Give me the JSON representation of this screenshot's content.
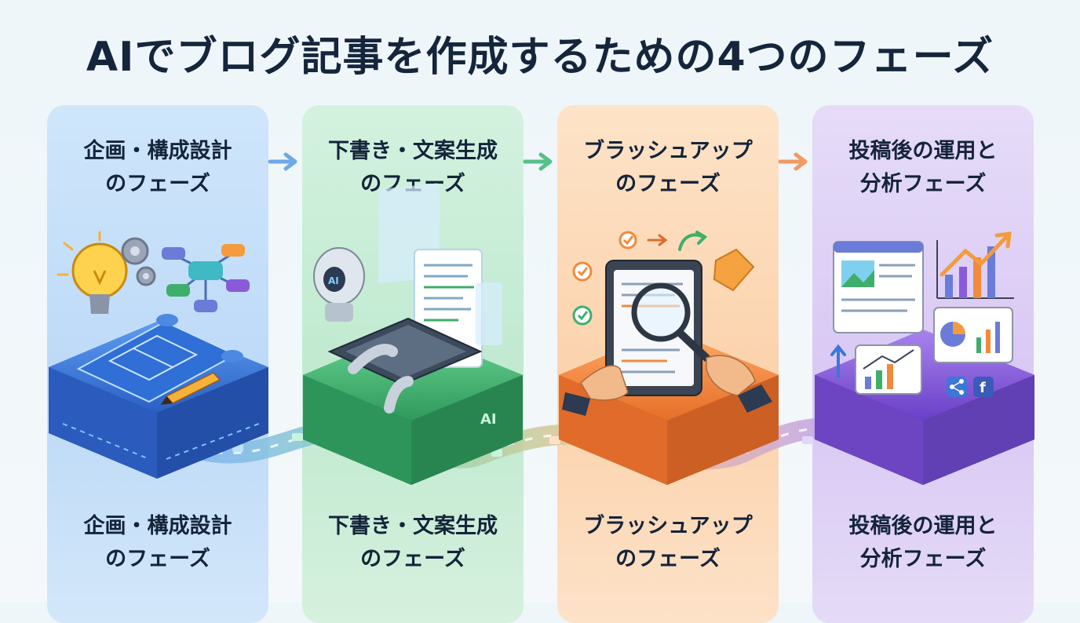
{
  "title": "AIでブログ記事を作成するための4つのフェーズ",
  "phases": [
    {
      "head1": "企画・構成設計",
      "head2": "のフェーズ",
      "foot1": "企画・構成設計",
      "foot2": "のフェーズ",
      "color": "#3b78d8"
    },
    {
      "head1": "下書き・文案生成",
      "head2": "のフェーズ",
      "foot1": "下書き・文案生成",
      "foot2": "のフェーズ",
      "color": "#3fae6a"
    },
    {
      "head1": "ブラッシュアップ",
      "head2": "のフェーズ",
      "foot1": "ブラッシュアップ",
      "foot2": "のフェーズ",
      "color": "#f08a3c"
    },
    {
      "head1": "投稿後の運用と",
      "head2": "分析フェーズ",
      "foot1": "投稿後の運用と",
      "foot2": "分析フェーズ",
      "color": "#8a5ad8"
    }
  ],
  "icons": {
    "phase1": [
      "lightbulb-icon",
      "gear-icon",
      "mindmap-icon",
      "blueprint-icon",
      "pencil-icon"
    ],
    "phase2": [
      "robot-icon",
      "keyboard-icon",
      "document-icon"
    ],
    "phase3": [
      "tablet-icon",
      "magnifier-icon",
      "checklist-icon"
    ],
    "phase4": [
      "webpage-icon",
      "growth-chart-icon",
      "share-icon",
      "facebook-icon"
    ]
  },
  "robot_badge": "AI",
  "platform_badge": "AI",
  "social": {
    "facebook": "f"
  }
}
